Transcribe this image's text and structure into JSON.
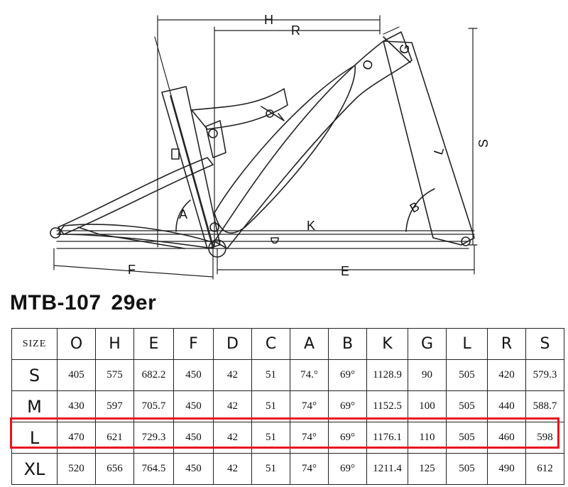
{
  "diagram": {
    "dimension_labels": {
      "H": "H",
      "R": "R",
      "S": "S",
      "L": "L",
      "G": "G",
      "K": "K",
      "A": "A",
      "B": "B",
      "D": "D",
      "E": "E",
      "F": "F",
      "O": "O"
    }
  },
  "model": {
    "name": "MTB-107",
    "wheel": "29er"
  },
  "table": {
    "headers": [
      "SIZE",
      "O",
      "H",
      "E",
      "F",
      "D",
      "C",
      "A",
      "B",
      "K",
      "G",
      "L",
      "R",
      "S"
    ],
    "rows": [
      [
        "S",
        "405",
        "575",
        "682.2",
        "450",
        "42",
        "51",
        "74.°",
        "69°",
        "1128.9",
        "90",
        "505",
        "420",
        "579.3"
      ],
      [
        "M",
        "430",
        "597",
        "705.7",
        "450",
        "42",
        "51",
        "74°",
        "69°",
        "1152.5",
        "100",
        "505",
        "440",
        "588.7"
      ],
      [
        "L",
        "470",
        "621",
        "729.3",
        "450",
        "42",
        "51",
        "74°",
        "69°",
        "1176.1",
        "110",
        "505",
        "460",
        "598"
      ],
      [
        "XL",
        "520",
        "656",
        "764.5",
        "450",
        "42",
        "51",
        "74°",
        "69°",
        "1211.4",
        "125",
        "505",
        "490",
        "612"
      ]
    ],
    "highlight_color": "#e8121f"
  }
}
